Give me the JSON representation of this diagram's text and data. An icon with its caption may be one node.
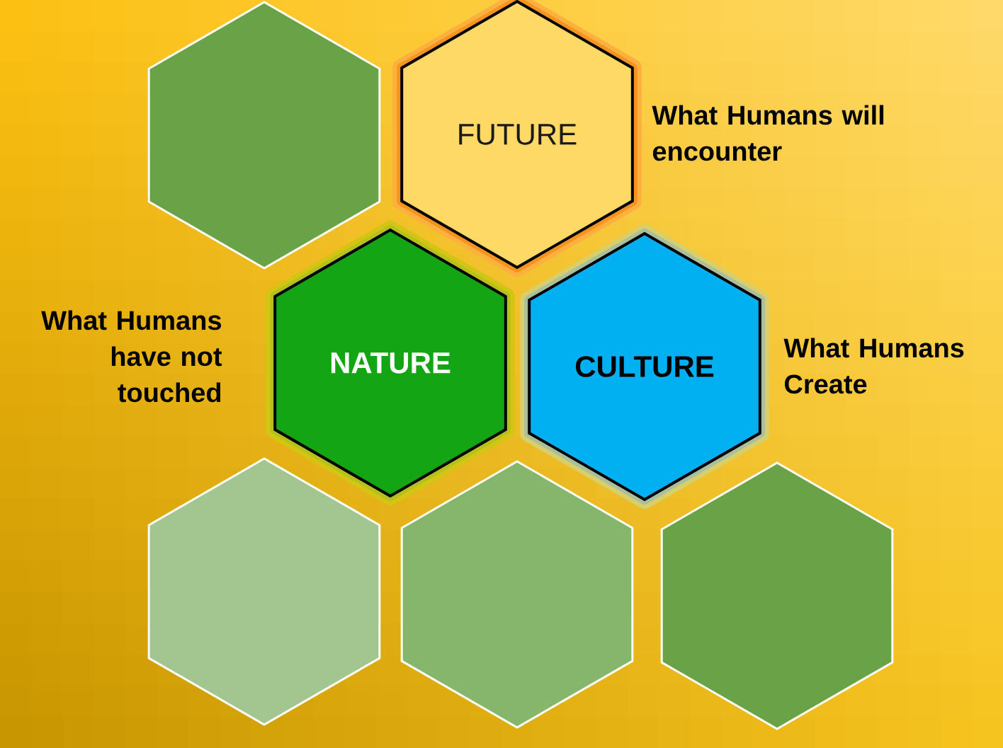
{
  "diagram": {
    "nodes": [
      {
        "text": [],
        "shape": "hexagon"
      },
      {
        "text": [
          "FUTURE"
        ],
        "beside": [
          "What Humans will encounter"
        ]
      },
      {
        "text": [
          "NATURE"
        ],
        "beside": [
          "What Humans have not touched"
        ]
      },
      {
        "text": [
          "CULTURE"
        ],
        "beside": [
          "What Humans Create"
        ]
      },
      {
        "text": [],
        "shape": "hexagon"
      },
      {
        "text": [],
        "shape": "hexagon"
      },
      {
        "text": [],
        "shape": "hexagon"
      }
    ]
  }
}
